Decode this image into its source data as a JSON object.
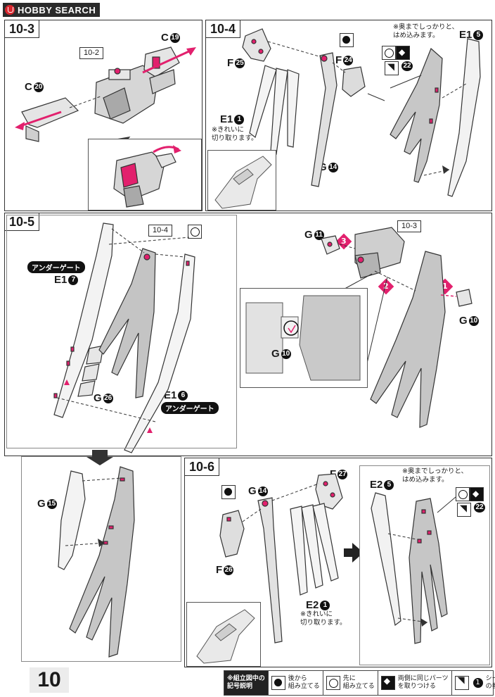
{
  "watermark": {
    "brand": "HOBBY SEARCH"
  },
  "page_number": "10",
  "steps": {
    "s10_3": {
      "tag": "10-3",
      "ref": "10-2",
      "parts": {
        "c19": "C",
        "c19_n": "19",
        "c20": "C",
        "c20_n": "20"
      }
    },
    "s10_4": {
      "tag": "10-4",
      "parts": {
        "f25": "F",
        "f25_n": "25",
        "f24": "F",
        "f24_n": "24",
        "e1a": "E1",
        "e1a_n": "1",
        "g14": "G",
        "g14_n": "14",
        "e15": "E1",
        "e15_n": "5"
      },
      "note_cut": "※きれいに\n切り取ります。",
      "note_press": "※奥までしっかりと、\nはめ込みます。",
      "sticker_n": "22"
    },
    "s10_5": {
      "tag": "10-5",
      "ref_a": "10-4",
      "ref_b": "10-3",
      "under_gate": "アンダーゲート",
      "parts": {
        "e17": "E1",
        "e17_n": "7",
        "g26": "G",
        "g26_n": "26",
        "e16": "E1",
        "e16_n": "6",
        "g11": "G",
        "g11_n": "11",
        "g10": "G",
        "g10_n": "10",
        "g10b": "G",
        "g10b_n": "10",
        "g15": "G",
        "g15_n": "15"
      },
      "order": [
        "1",
        "2",
        "3"
      ]
    },
    "s10_6": {
      "tag": "10-6",
      "parts": {
        "g14": "G",
        "g14_n": "14",
        "f27": "F",
        "f27_n": "27",
        "f26": "F",
        "f26_n": "26",
        "e21": "E2",
        "e21_n": "1",
        "e25": "E2",
        "e25_n": "5"
      },
      "note_cut": "※きれいに\n切り取ります。",
      "note_press": "※奥までしっかりと、\nはめ込みます。",
      "sticker_n": "22"
    }
  },
  "legend": {
    "title": "※組立図中の\n記号説明",
    "items": [
      {
        "icon": "half-dark-circle-icon",
        "text": "後から\n組み立てる"
      },
      {
        "icon": "half-light-circle-icon",
        "text": "先に\n組み立てる"
      },
      {
        "icon": "mirror-parts-icon",
        "text": "両側に同じパーツ\nを取りつける"
      },
      {
        "icon": "sticker-icon",
        "text": "シール\nの番号",
        "n": "1"
      }
    ]
  },
  "colors": {
    "accent": "#e2206d",
    "line": "#333333",
    "part_fill": "#d6d6d6",
    "part_dark": "#a9a9a9"
  }
}
